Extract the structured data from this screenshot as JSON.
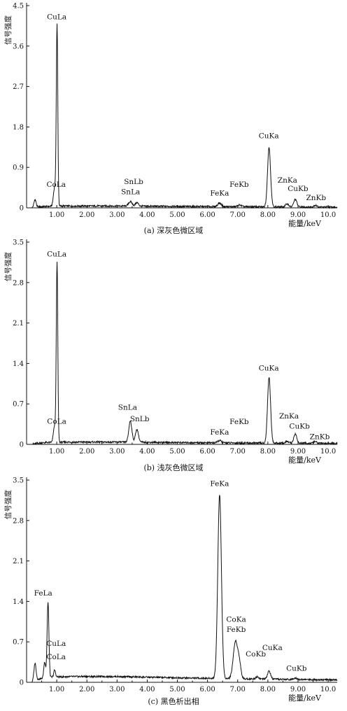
{
  "chart_data": [
    {
      "type": "line",
      "caption": "(a) 深灰色微区域",
      "ylabel": "信号强度",
      "xlabel": "能量/keV",
      "xlim": [
        0,
        10.3
      ],
      "ylim": [
        0,
        4.5
      ],
      "yticks": [
        "0",
        "0.9",
        "1.8",
        "2.7",
        "3.6",
        "4.5"
      ],
      "ytick_values": [
        0,
        0.9,
        1.8,
        2.7,
        3.6,
        4.5
      ],
      "xticks": [
        "1.00",
        "2.00",
        "3.00",
        "4.00",
        "5.00",
        "6.00",
        "7.00",
        "8.00",
        "9.00",
        "10.0"
      ],
      "xtick_values": [
        1,
        2,
        3,
        4,
        5,
        6,
        7,
        8,
        9,
        10
      ],
      "baseline": 0.04,
      "peaks": [
        {
          "x": 0.28,
          "y": 0.17,
          "w": 0.035
        },
        {
          "x": 0.93,
          "y": 0.42,
          "w": 0.04
        },
        {
          "x": 1.01,
          "y": 4.0,
          "w": 0.025
        },
        {
          "x": 3.44,
          "y": 0.1,
          "w": 0.06
        },
        {
          "x": 3.66,
          "y": 0.08,
          "w": 0.05
        },
        {
          "x": 6.4,
          "y": 0.08,
          "w": 0.06
        },
        {
          "x": 7.06,
          "y": 0.04,
          "w": 0.06
        },
        {
          "x": 8.04,
          "y": 1.32,
          "w": 0.05
        },
        {
          "x": 8.64,
          "y": 0.07,
          "w": 0.05
        },
        {
          "x": 8.91,
          "y": 0.17,
          "w": 0.05
        },
        {
          "x": 9.57,
          "y": 0.04,
          "w": 0.05
        }
      ],
      "annotations": [
        {
          "text": "CuLa",
          "x": 1.0,
          "y": 4.2
        },
        {
          "text": "CoLa",
          "x": 0.98,
          "y": 0.47
        },
        {
          "text": "SnLb",
          "x": 3.55,
          "y": 0.53
        },
        {
          "text": "SnLa",
          "x": 3.45,
          "y": 0.3
        },
        {
          "text": "FeKa",
          "x": 6.4,
          "y": 0.27
        },
        {
          "text": "FeKb",
          "x": 7.05,
          "y": 0.47
        },
        {
          "text": "CuKa",
          "x": 8.03,
          "y": 1.55
        },
        {
          "text": "ZnKa",
          "x": 8.65,
          "y": 0.56
        },
        {
          "text": "CuKb",
          "x": 9.0,
          "y": 0.37
        },
        {
          "text": "ZnKb",
          "x": 9.6,
          "y": 0.17
        }
      ]
    },
    {
      "type": "line",
      "caption": "(b) 浅灰色微区域",
      "ylabel": "信号强度",
      "xlabel": "能量/keV",
      "xlim": [
        0,
        10.3
      ],
      "ylim": [
        0,
        3.5
      ],
      "yticks": [
        "0",
        "0.7",
        "1.4",
        "2.1",
        "2.8",
        "3.5"
      ],
      "ytick_values": [
        0,
        0.7,
        1.4,
        2.1,
        2.8,
        3.5
      ],
      "xticks": [
        "1.00",
        "2.00",
        "3.00",
        "4.00",
        "5.00",
        "6.00",
        "7.00",
        "8.00",
        "9.00",
        "10.0"
      ],
      "xtick_values": [
        1,
        2,
        3,
        4,
        5,
        6,
        7,
        8,
        9,
        10
      ],
      "baseline": 0.04,
      "peaks": [
        {
          "x": 0.93,
          "y": 0.28,
          "w": 0.04
        },
        {
          "x": 1.01,
          "y": 3.1,
          "w": 0.025
        },
        {
          "x": 3.44,
          "y": 0.37,
          "w": 0.05
        },
        {
          "x": 3.66,
          "y": 0.22,
          "w": 0.05
        },
        {
          "x": 6.4,
          "y": 0.04,
          "w": 0.06
        },
        {
          "x": 8.04,
          "y": 1.14,
          "w": 0.05
        },
        {
          "x": 8.64,
          "y": 0.03,
          "w": 0.05
        },
        {
          "x": 8.91,
          "y": 0.16,
          "w": 0.05
        },
        {
          "x": 9.57,
          "y": 0.03,
          "w": 0.05
        }
      ],
      "annotations": [
        {
          "text": "CuLa",
          "x": 1.0,
          "y": 3.25
        },
        {
          "text": "CoLa",
          "x": 1.0,
          "y": 0.36
        },
        {
          "text": "SnLa",
          "x": 3.35,
          "y": 0.6
        },
        {
          "text": "SnLb",
          "x": 3.75,
          "y": 0.4
        },
        {
          "text": "FeKa",
          "x": 6.4,
          "y": 0.17
        },
        {
          "text": "FeKb",
          "x": 7.05,
          "y": 0.35
        },
        {
          "text": "CuKa",
          "x": 8.03,
          "y": 1.28
        },
        {
          "text": "ZnKa",
          "x": 8.7,
          "y": 0.45
        },
        {
          "text": "CuKb",
          "x": 9.05,
          "y": 0.27
        },
        {
          "text": "ZnKb",
          "x": 9.72,
          "y": 0.09
        }
      ]
    },
    {
      "type": "line",
      "caption": "(c) 黑色析出相",
      "ylabel": "信号强度",
      "xlabel": "能量/keV",
      "xlim": [
        0,
        10.3
      ],
      "ylim": [
        0,
        3.5
      ],
      "yticks": [
        "0",
        "0.7",
        "1.4",
        "2.1",
        "2.8",
        "3.5"
      ],
      "ytick_values": [
        0,
        0.7,
        1.4,
        2.1,
        2.8,
        3.5
      ],
      "xticks": [
        "1.00",
        "2.00",
        "3.00",
        "4.00",
        "5.00",
        "6.00",
        "7.00",
        "8.00",
        "9.00",
        "10.0"
      ],
      "xtick_values": [
        1,
        2,
        3,
        4,
        5,
        6,
        7,
        8,
        9,
        10
      ],
      "baseline": 0.1,
      "peaks": [
        {
          "x": 0.28,
          "y": 0.3,
          "w": 0.035
        },
        {
          "x": 0.6,
          "y": 0.28,
          "w": 0.03
        },
        {
          "x": 0.71,
          "y": 1.3,
          "w": 0.03
        },
        {
          "x": 0.93,
          "y": 0.12,
          "w": 0.03
        },
        {
          "x": 6.4,
          "y": 3.18,
          "w": 0.06
        },
        {
          "x": 6.93,
          "y": 0.65,
          "w": 0.075
        },
        {
          "x": 7.06,
          "y": 0.22,
          "w": 0.05
        },
        {
          "x": 7.65,
          "y": 0.04,
          "w": 0.05
        },
        {
          "x": 8.04,
          "y": 0.14,
          "w": 0.05
        },
        {
          "x": 8.91,
          "y": 0.03,
          "w": 0.05
        }
      ],
      "annotations": [
        {
          "text": "FeLa",
          "x": 0.55,
          "y": 1.5
        },
        {
          "text": "CuLa",
          "x": 0.98,
          "y": 0.63
        },
        {
          "text": "CoLa",
          "x": 0.98,
          "y": 0.4
        },
        {
          "text": "FeKa",
          "x": 6.4,
          "y": 3.4
        },
        {
          "text": "CoKa",
          "x": 6.95,
          "y": 1.05
        },
        {
          "text": "FeKb",
          "x": 6.95,
          "y": 0.87
        },
        {
          "text": "CoKb",
          "x": 7.6,
          "y": 0.45
        },
        {
          "text": "CuKa",
          "x": 8.15,
          "y": 0.56
        },
        {
          "text": "CuKb",
          "x": 8.95,
          "y": 0.2
        }
      ]
    }
  ]
}
